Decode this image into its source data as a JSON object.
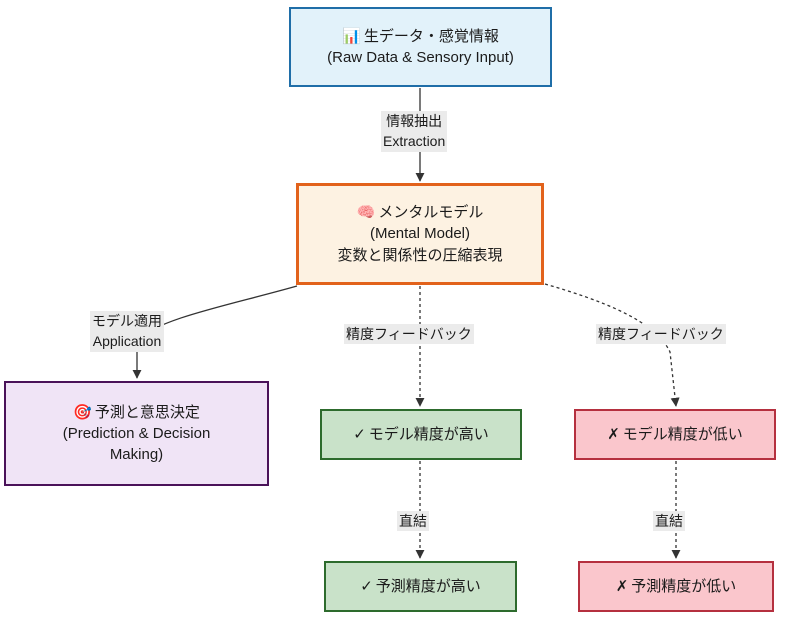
{
  "diagram": {
    "type": "flowchart",
    "direction": "top-down",
    "background": "#ffffff"
  },
  "nodes": [
    {
      "id": "raw-data",
      "name": "node-raw-data",
      "icon": "bar-chart-icon",
      "icon_glyph": "📊",
      "lines": [
        "生データ・感覚情報",
        "(Raw Data & Sensory Input)"
      ],
      "fill": "#e2f2fa",
      "stroke": "#1f6ea8"
    },
    {
      "id": "mental-model",
      "name": "node-mental-model",
      "icon": "brain-icon",
      "icon_glyph": "🧠",
      "lines": [
        "メンタルモデル",
        "(Mental Model)",
        "変数と関係性の圧縮表現"
      ],
      "fill": "#fdf2e2",
      "stroke": "#e2621b"
    },
    {
      "id": "prediction",
      "name": "node-prediction",
      "icon": "target-icon",
      "icon_glyph": "🎯",
      "lines": [
        "予測と意思決定",
        "(Prediction & Decision",
        "Making)"
      ],
      "fill": "#f0e4f6",
      "stroke": "#4a1259"
    },
    {
      "id": "model-high",
      "name": "node-model-high",
      "icon": "check-icon",
      "icon_glyph": "✓",
      "lines": [
        "モデル精度が高い"
      ],
      "fill": "#c9e2c9",
      "stroke": "#2d6b2d"
    },
    {
      "id": "model-low",
      "name": "node-model-low",
      "icon": "cross-icon",
      "icon_glyph": "✗",
      "lines": [
        "モデル精度が低い"
      ],
      "fill": "#fac6cc",
      "stroke": "#b5303f"
    },
    {
      "id": "pred-high",
      "name": "node-pred-high",
      "icon": "check-icon",
      "icon_glyph": "✓",
      "lines": [
        "予測精度が高い"
      ],
      "fill": "#c9e2c9",
      "stroke": "#2d6b2d"
    },
    {
      "id": "pred-low",
      "name": "node-pred-low",
      "icon": "cross-icon",
      "icon_glyph": "✗",
      "lines": [
        "予測精度が低い"
      ],
      "fill": "#fac6cc",
      "stroke": "#b5303f"
    }
  ],
  "edges": [
    {
      "id": "extraction",
      "from": "raw-data",
      "to": "mental-model",
      "style": "solid",
      "label_lines": [
        "情報抽出",
        "Extraction"
      ]
    },
    {
      "id": "application",
      "from": "mental-model",
      "to": "prediction",
      "style": "solid",
      "label_lines": [
        "モデル適用",
        "Application"
      ]
    },
    {
      "id": "feedback-left",
      "from": "mental-model",
      "to": "model-high",
      "style": "dotted",
      "label_lines": [
        "精度フィードバック"
      ]
    },
    {
      "id": "feedback-right",
      "from": "mental-model",
      "to": "model-low",
      "style": "dotted",
      "label_lines": [
        "精度フィードバック"
      ]
    },
    {
      "id": "direct-left",
      "from": "model-high",
      "to": "pred-high",
      "style": "dotted",
      "label_lines": [
        "直結"
      ]
    },
    {
      "id": "direct-right",
      "from": "model-low",
      "to": "pred-low",
      "style": "dotted",
      "label_lines": [
        "直結"
      ]
    }
  ]
}
